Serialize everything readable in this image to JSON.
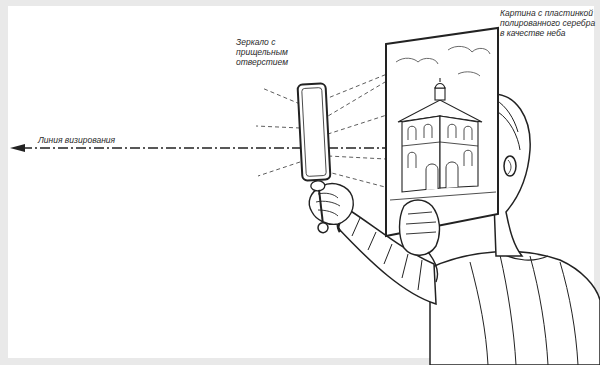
{
  "diagram": {
    "labels": [
      "Зеркало с прищельным отверстием",
      "Картина с пластинкой полированного серебра в качестве неба",
      "Линия визирования"
    ]
  }
}
